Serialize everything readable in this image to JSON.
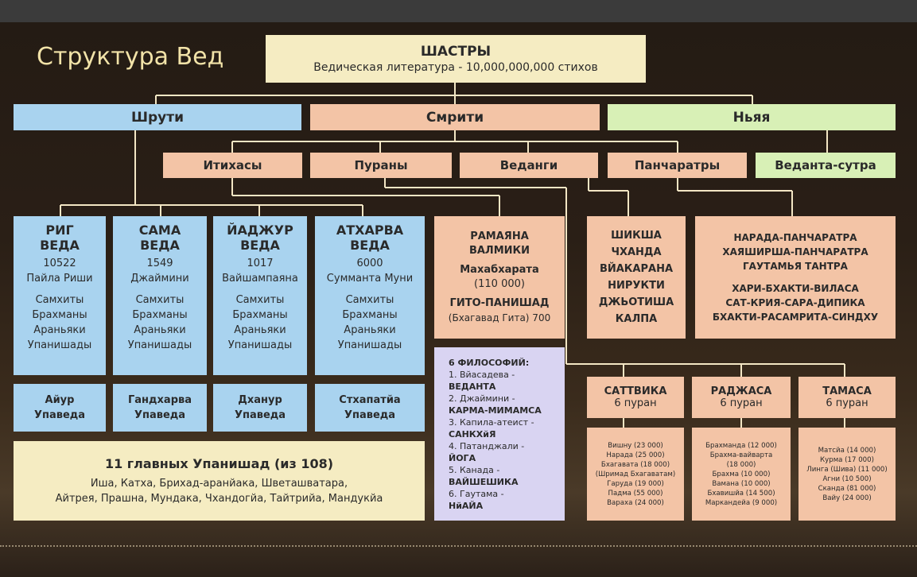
{
  "title": "Структура Вед",
  "shastry": {
    "title": "ШАСТРЫ",
    "subtitle": "Ведическая литература - 10,000,000,000 стихов"
  },
  "top": {
    "shruti": "Шрути",
    "smriti": "Смрити",
    "nyaya": "Ньяя"
  },
  "second": {
    "itihasy": "Итихасы",
    "purany": "Пураны",
    "vedangi": "Веданги",
    "pancharatry": "Панчаратры",
    "vedanta_sutra": "Веданта-сутра"
  },
  "vedas": [
    {
      "name1": "РИГ",
      "name2": "ВЕДА",
      "count": "10522",
      "person": "Пайла Риши",
      "p1": "Самхиты",
      "p2": "Брахманы",
      "p3": "Араньяки",
      "p4": "Упанишады",
      "upa1": "Айур",
      "upa2": "Упаведа"
    },
    {
      "name1": "САМА",
      "name2": "ВЕДА",
      "count": "1549",
      "person": "Джаймини",
      "p1": "Самхиты",
      "p2": "Брахманы",
      "p3": "Араньяки",
      "p4": "Упанишады",
      "upa1": "Гандхарва",
      "upa2": "Упаведа"
    },
    {
      "name1": "ЙАДЖУР",
      "name2": "ВЕДА",
      "count": "1017",
      "person": "Вайшампаяна",
      "p1": "Самхиты",
      "p2": "Брахманы",
      "p3": "Араньяки",
      "p4": "Упанишады",
      "upa1": "Дханур",
      "upa2": "Упаведа"
    },
    {
      "name1": "АТХАРВА",
      "name2": "ВЕДА",
      "count": "6000",
      "person": "Сумманта Муни",
      "p1": "Самхиты",
      "p2": "Брахманы",
      "p3": "Араньяки",
      "p4": "Упанишады",
      "upa1": "Стхапатйа",
      "upa2": "Упаведа"
    }
  ],
  "upanishads": {
    "title": "11 главных Упанишад (из 108)",
    "line1": "Иша, Катха, Брихад-аранйака, Шветашватара,",
    "line2": "Айтрея, Прашна, Мундака, Чхандогйа, Тайтрийа, Мандукйа"
  },
  "itihasa_box": {
    "l1": "РАМАЯНА",
    "l2": "ВАЛМИКИ",
    "l3": "Махабхарата",
    "l4": "(110 000)",
    "l5": "ГИТО-ПАНИШАД",
    "l6": "(Бхагавад Гита) 700"
  },
  "philosophies": {
    "title": "6 ФИЛОСОФИЙ:",
    "items": [
      {
        "who": "1. Вйасадева -",
        "name": "ВЕДАНТА"
      },
      {
        "who": "2. Джаймини -",
        "name": "КАРМА-МИМАМСА"
      },
      {
        "who": "3. Капила-атеист -",
        "name": "САНКХйЯ"
      },
      {
        "who": "4. Патанджали -",
        "name": "ЙОГА"
      },
      {
        "who": "5. Канада -",
        "name": "ВАЙШЕШИКА"
      },
      {
        "who": "6. Гаутама -",
        "name": "НйАЙА"
      }
    ]
  },
  "vedanga_box": [
    "ШИКША",
    "ЧХАНДА",
    "ВЙАКАРАНА",
    "НИРУКТИ",
    "ДЖЬОТИША",
    "КАЛПА"
  ],
  "pancharatra_box": [
    "НАРАДА-ПАНЧАРАТРА",
    "ХАЯШИРША-ПАНЧАРАТРА",
    "ГАУТАМЬЯ ТАНТРА",
    "ХАРИ-БХАКТИ-ВИЛАСА",
    "САТ-КРИЯ-САРА-ДИПИКА",
    "БХАКТИ-РАСАМРИТА-СИНДХУ"
  ],
  "gunas": [
    {
      "name": "САТТВИКА",
      "sub": "6 пуран",
      "list": [
        "Вишну (23 000)",
        "Нарада (25 000)",
        "Бхагавата (18 000)",
        "(Шримад Бхагаватам)",
        "Гаруда (19 000)",
        "Падма (55 000)",
        "Вараха (24 000)"
      ]
    },
    {
      "name": "РАДЖАСА",
      "sub": "6 пуран",
      "list": [
        "Брахманда (12 000)",
        "Брахма-вайварта",
        "(18 000)",
        "Брахма (10 000)",
        "Вамана (10 000)",
        "Бхавишйа (14 500)",
        "Маркандейа (9 000)"
      ]
    },
    {
      "name": "ТАМАСА",
      "sub": "6 пуран",
      "list": [
        "Матсйа (14 000)",
        "Курма (17 000)",
        "Линга (Шива) (11 000)",
        "Агни (10 500)",
        "Сканда (81 000)",
        "Вайу (24 000)"
      ]
    }
  ]
}
